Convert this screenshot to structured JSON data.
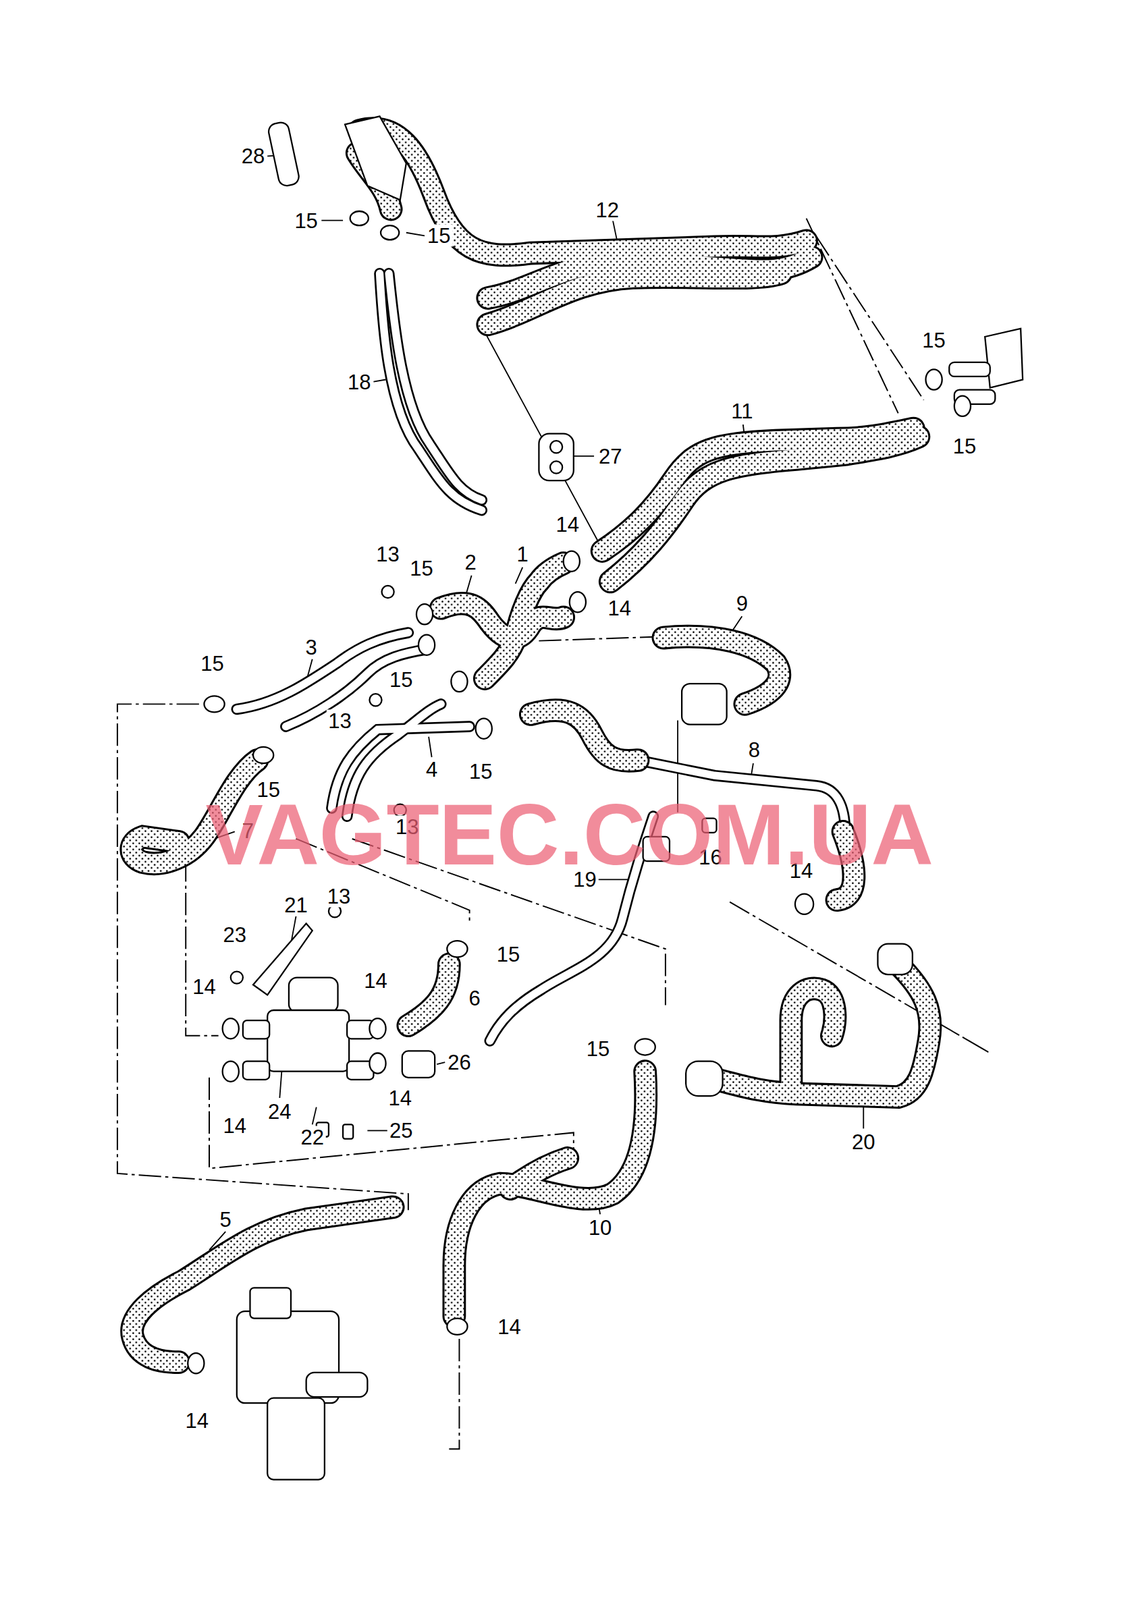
{
  "diagram": {
    "labels": [
      "28",
      "15",
      "15",
      "12",
      "18",
      "15",
      "11",
      "27",
      "15",
      "13",
      "15",
      "2",
      "1",
      "14",
      "9",
      "14",
      "3",
      "15",
      "15",
      "13",
      "4",
      "15",
      "15",
      "8",
      "7",
      "13",
      "16",
      "19",
      "14",
      "21",
      "13",
      "23",
      "15",
      "14",
      "14",
      "6",
      "26",
      "15",
      "14",
      "14",
      "24",
      "22",
      "25",
      "20",
      "10",
      "5",
      "14",
      "14",
      "VAGTEC.COM.UA"
    ]
  }
}
